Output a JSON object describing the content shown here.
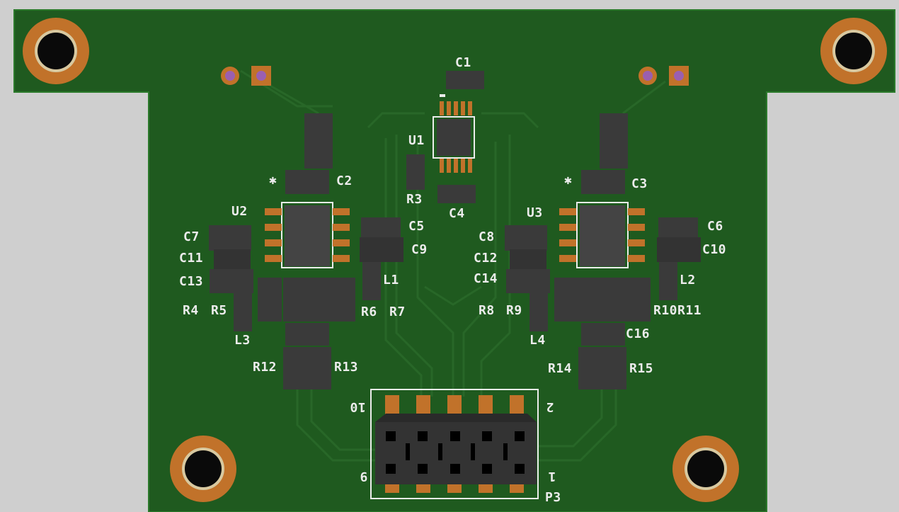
{
  "board": {
    "colors": {
      "background": "#cfcfcf",
      "soldermask": "#1f5a1f",
      "trace": "#2a6a2a",
      "copper_ring": "#c1722a",
      "drill": "#0a0a0a",
      "component_body": "#3a3a3a",
      "silkscreen": "#ececec",
      "via_fill": "#9a5fb0"
    }
  },
  "designators": {
    "c1": "C1",
    "c2": "C2",
    "c3": "C3",
    "c4": "C4",
    "c5": "C5",
    "c6": "C6",
    "c7": "C7",
    "c8": "C8",
    "c9": "C9",
    "c10": "C10",
    "c11": "C11",
    "c12": "C12",
    "c13": "C13",
    "c14": "C14",
    "c16": "C16",
    "u1": "U1",
    "u2": "U2",
    "u3": "U3",
    "r3": "R3",
    "r4": "R4",
    "r5": "R5",
    "r6": "R6",
    "r7": "R7",
    "r8": "R8",
    "r9": "R9",
    "r10r11": "R10R11",
    "r12": "R12",
    "r13": "R13",
    "r14": "R14",
    "r15": "R15",
    "l1": "L1",
    "l2": "L2",
    "l3": "L3",
    "l4": "L4",
    "p3": "P3"
  },
  "connector": {
    "pin_labels": {
      "top_left": "10",
      "top_right": "2",
      "bottom_left": "9",
      "bottom_right": "1"
    }
  },
  "markers": {
    "pin1_star": "✱"
  }
}
